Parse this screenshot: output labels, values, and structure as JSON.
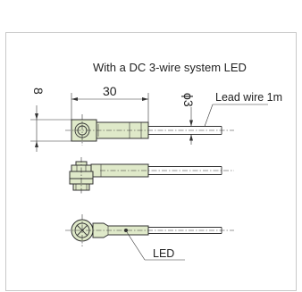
{
  "title": "With a DC 3-wire system LED",
  "dimensions": {
    "height": "8",
    "length": "30",
    "diameter": "ϕ3"
  },
  "labels": {
    "lead_wire": "Lead wire 1m",
    "led": "LED"
  },
  "colors": {
    "body_fill": "#dfe9c9",
    "frame_border": "#c8c8c8",
    "line": "#333333"
  }
}
